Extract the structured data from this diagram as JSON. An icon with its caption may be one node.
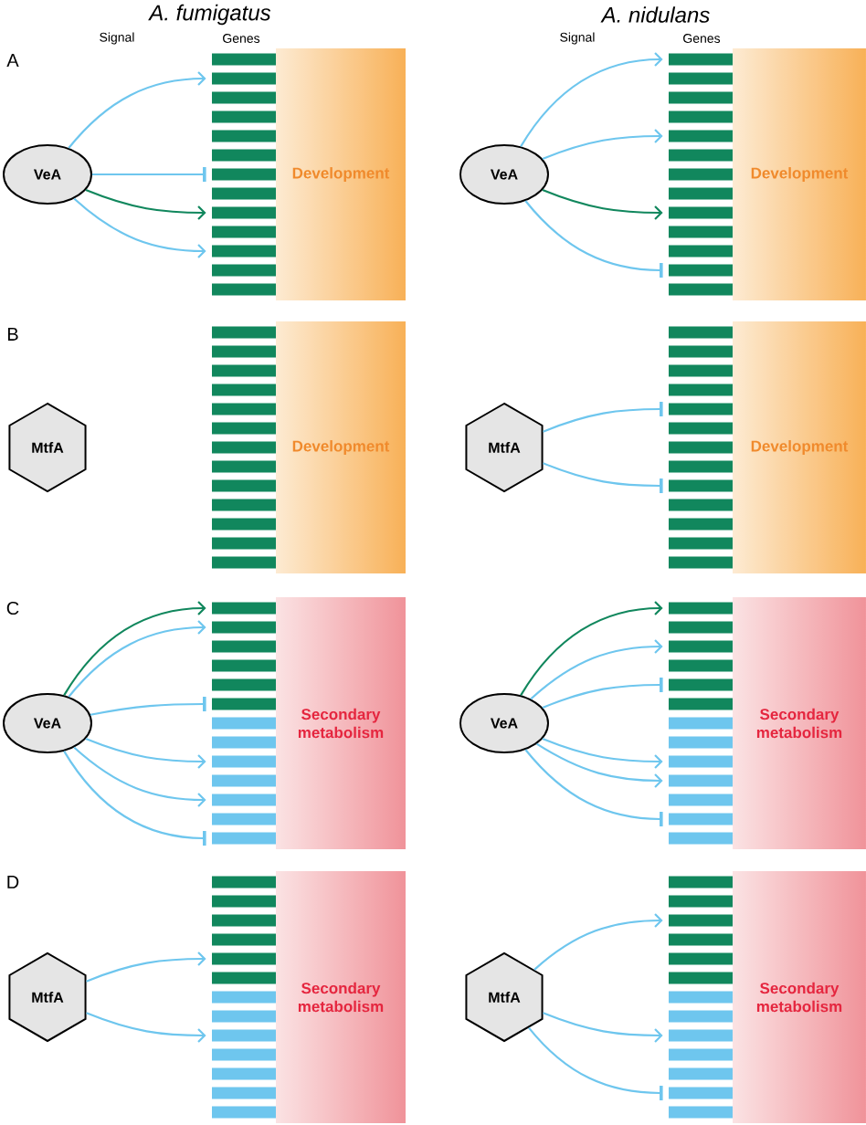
{
  "diagram": {
    "nodes": [
      {
        "text": [
          "VeA"
        ]
      },
      {
        "text": [],
        "shape": "bar"
      },
      {
        "text": [],
        "shape": "bar"
      },
      {
        "text": [],
        "shape": "bar"
      },
      {
        "text": [],
        "shape": "bar"
      },
      {
        "text": [],
        "shape": "bar"
      },
      {
        "text": [],
        "shape": "bar"
      },
      {
        "text": [],
        "shape": "bar"
      },
      {
        "text": [],
        "shape": "bar"
      },
      {
        "text": [],
        "shape": "bar"
      },
      {
        "text": [],
        "shape": "bar"
      },
      {
        "text": [],
        "shape": "bar"
      },
      {
        "text": [],
        "shape": "bar"
      },
      {
        "text": [],
        "shape": "bar"
      },
      {
        "text": [
          "Development"
        ]
      },
      {
        "text": [
          "VeA"
        ]
      },
      {
        "text": [],
        "shape": "bar"
      },
      {
        "text": [],
        "shape": "bar"
      },
      {
        "text": [],
        "shape": "bar"
      },
      {
        "text": [],
        "shape": "bar"
      },
      {
        "text": [],
        "shape": "bar"
      },
      {
        "text": [],
        "shape": "bar"
      },
      {
        "text": [],
        "shape": "bar"
      },
      {
        "text": [],
        "shape": "bar"
      },
      {
        "text": [],
        "shape": "bar"
      },
      {
        "text": [],
        "shape": "bar"
      },
      {
        "text": [],
        "shape": "bar"
      },
      {
        "text": [],
        "shape": "bar"
      },
      {
        "text": [],
        "shape": "bar"
      },
      {
        "text": [
          "Development"
        ]
      },
      {
        "text": [
          "MtfA"
        ]
      },
      {
        "text": [],
        "shape": "bar"
      },
      {
        "text": [],
        "shape": "bar"
      },
      {
        "text": [],
        "shape": "bar"
      },
      {
        "text": [],
        "shape": "bar"
      },
      {
        "text": [],
        "shape": "bar"
      },
      {
        "text": [],
        "shape": "bar"
      },
      {
        "text": [],
        "shape": "bar"
      },
      {
        "text": [],
        "shape": "bar"
      },
      {
        "text": [],
        "shape": "bar"
      },
      {
        "text": [],
        "shape": "bar"
      },
      {
        "text": [],
        "shape": "bar"
      },
      {
        "text": [],
        "shape": "bar"
      },
      {
        "text": [],
        "shape": "bar"
      },
      {
        "text": [
          "Development"
        ]
      },
      {
        "text": [
          "MtfA"
        ]
      },
      {
        "text": [],
        "shape": "bar"
      },
      {
        "text": [],
        "shape": "bar"
      },
      {
        "text": [],
        "shape": "bar"
      },
      {
        "text": [],
        "shape": "bar"
      },
      {
        "text": [],
        "shape": "bar"
      },
      {
        "text": [],
        "shape": "bar"
      },
      {
        "text": [],
        "shape": "bar"
      },
      {
        "text": [],
        "shape": "bar"
      },
      {
        "text": [],
        "shape": "bar"
      },
      {
        "text": [],
        "shape": "bar"
      },
      {
        "text": [],
        "shape": "bar"
      },
      {
        "text": [],
        "shape": "bar"
      },
      {
        "text": [],
        "shape": "bar"
      },
      {
        "text": [
          "Development"
        ]
      },
      {
        "text": [
          "VeA"
        ]
      },
      {
        "text": [],
        "shape": "bar"
      },
      {
        "text": [],
        "shape": "bar"
      },
      {
        "text": [],
        "shape": "bar"
      },
      {
        "text": [],
        "shape": "bar"
      },
      {
        "text": [],
        "shape": "bar"
      },
      {
        "text": [],
        "shape": "bar"
      },
      {
        "text": [],
        "shape": "bar"
      },
      {
        "text": [],
        "shape": "bar"
      },
      {
        "text": [],
        "shape": "bar"
      },
      {
        "text": [],
        "shape": "bar"
      },
      {
        "text": [],
        "shape": "bar"
      },
      {
        "text": [],
        "shape": "bar"
      },
      {
        "text": [],
        "shape": "bar"
      },
      {
        "text": [
          "Secondary metabolism"
        ]
      },
      {
        "text": [
          "VeA"
        ]
      },
      {
        "text": [],
        "shape": "bar"
      },
      {
        "text": [],
        "shape": "bar"
      },
      {
        "text": [],
        "shape": "bar"
      },
      {
        "text": [],
        "shape": "bar"
      },
      {
        "text": [],
        "shape": "bar"
      },
      {
        "text": [],
        "shape": "bar"
      },
      {
        "text": [],
        "shape": "bar"
      },
      {
        "text": [],
        "shape": "bar"
      },
      {
        "text": [],
        "shape": "bar"
      },
      {
        "text": [],
        "shape": "bar"
      },
      {
        "text": [],
        "shape": "bar"
      },
      {
        "text": [],
        "shape": "bar"
      },
      {
        "text": [],
        "shape": "bar"
      },
      {
        "text": [
          "Secondary metabolism"
        ]
      },
      {
        "text": [
          "MtfA"
        ]
      },
      {
        "text": [],
        "shape": "bar"
      },
      {
        "text": [],
        "shape": "bar"
      },
      {
        "text": [],
        "shape": "bar"
      },
      {
        "text": [],
        "shape": "bar"
      },
      {
        "text": [],
        "shape": "bar"
      },
      {
        "text": [],
        "shape": "bar"
      },
      {
        "text": [],
        "shape": "bar"
      },
      {
        "text": [],
        "shape": "bar"
      },
      {
        "text": [],
        "shape": "bar"
      },
      {
        "text": [],
        "shape": "bar"
      },
      {
        "text": [],
        "shape": "bar"
      },
      {
        "text": [],
        "shape": "bar"
      },
      {
        "text": [],
        "shape": "bar"
      },
      {
        "text": [
          "Secondary metabolism"
        ]
      },
      {
        "text": [
          "MtfA"
        ]
      },
      {
        "text": [],
        "shape": "bar"
      },
      {
        "text": [],
        "shape": "bar"
      },
      {
        "text": [],
        "shape": "bar"
      },
      {
        "text": [],
        "shape": "bar"
      },
      {
        "text": [],
        "shape": "bar"
      },
      {
        "text": [],
        "shape": "bar"
      },
      {
        "text": [],
        "shape": "bar"
      },
      {
        "text": [],
        "shape": "bar"
      },
      {
        "text": [],
        "shape": "bar"
      },
      {
        "text": [],
        "shape": "bar"
      },
      {
        "text": [],
        "shape": "bar"
      },
      {
        "text": [],
        "shape": "bar"
      },
      {
        "text": [],
        "shape": "bar"
      },
      {
        "text": [
          "Secondary metabolism"
        ]
      }
    ],
    "edges": [
      {
        "from": 0,
        "to": 2,
        "arrow": "to"
      },
      {
        "from": 0,
        "to": 7,
        "arrow": "other"
      },
      {
        "from": 0,
        "to": 9,
        "arrow": "to",
        "color": "#11875d"
      },
      {
        "from": 0,
        "to": 11,
        "arrow": "to"
      },
      {
        "from": 15,
        "to": 16,
        "arrow": "to"
      },
      {
        "from": 15,
        "to": 20,
        "arrow": "to"
      },
      {
        "from": 15,
        "to": 24,
        "arrow": "to",
        "color": "#11875d"
      },
      {
        "from": 15,
        "to": 27,
        "arrow": "other"
      },
      {
        "from": 45,
        "to": 50,
        "arrow": "other"
      },
      {
        "from": 45,
        "to": 54,
        "arrow": "other"
      },
      {
        "from": 60,
        "to": 61,
        "arrow": "to",
        "color": "#11875d"
      },
      {
        "from": 60,
        "to": 62,
        "arrow": "to"
      },
      {
        "from": 60,
        "to": 66,
        "arrow": "other"
      },
      {
        "from": 60,
        "to": 69,
        "arrow": "to"
      },
      {
        "from": 60,
        "to": 71,
        "arrow": "to"
      },
      {
        "from": 60,
        "to": 73,
        "arrow": "other"
      },
      {
        "from": 75,
        "to": 76,
        "arrow": "to",
        "color": "#11875d"
      },
      {
        "from": 75,
        "to": 78,
        "arrow": "to"
      },
      {
        "from": 75,
        "to": 80,
        "arrow": "other"
      },
      {
        "from": 75,
        "to": 84,
        "arrow": "to"
      },
      {
        "from": 75,
        "to": 85,
        "arrow": "to"
      },
      {
        "from": 75,
        "to": 87,
        "arrow": "other"
      },
      {
        "from": 90,
        "to": 95,
        "arrow": "to"
      },
      {
        "from": 90,
        "to": 99,
        "arrow": "to"
      },
      {
        "from": 105,
        "to": 108,
        "arrow": "to"
      },
      {
        "from": 105,
        "to": 114,
        "arrow": "to"
      },
      {
        "from": 105,
        "to": 117,
        "arrow": "other"
      }
    ],
    "labels": [
      "A. fumigatus",
      "A. nidulans",
      "Signal",
      "Genes",
      "Signal",
      "Genes",
      "A",
      "B",
      "C",
      "D"
    ]
  }
}
